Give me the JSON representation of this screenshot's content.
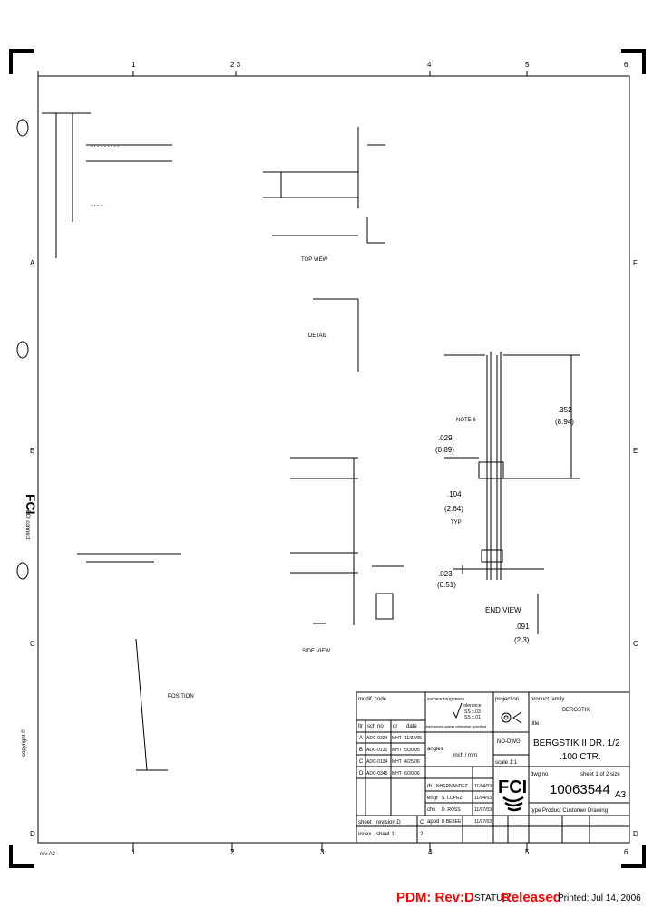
{
  "frame": {
    "top_zones": [
      "1",
      "2 3",
      "4",
      "5",
      "6"
    ],
    "bottom_zones": [
      "1",
      "2",
      "3",
      "4",
      "5",
      "6"
    ],
    "left_zones": [
      "A",
      "B",
      "C",
      "D"
    ],
    "right_zones": [
      "F",
      "E",
      "C",
      "D"
    ],
    "revision_mark": "rev A3"
  },
  "side": {
    "logo": "FCI",
    "logo_sub": "FCI connect",
    "copyright": "copyright ©"
  },
  "views": {
    "top_view_label": "TOP VIEW",
    "side_view_label": "SIDE VIEW",
    "end_view_label": "END VIEW",
    "detail_label": "DETAIL",
    "note": "NOTE 6",
    "position_label": "POSITION",
    "dims": [
      {
        "in": ".352",
        "mm": "(8.94)"
      },
      {
        "in": ".029",
        "mm": "(0.89)"
      },
      {
        "in": ".104",
        "mm": "(2.64)",
        "tag": "TYP"
      },
      {
        "in": ".023",
        "mm": "(0.51)"
      },
      {
        "in": ".091",
        "mm": "(2.3)"
      }
    ]
  },
  "title_block": {
    "mod_code": "modif. code",
    "rev_headers": [
      "ltr",
      "sch no",
      "dr",
      "date"
    ],
    "revisions": [
      {
        "ltr": "A",
        "sch": "ADC-0324",
        "dr": "MHT",
        "date": "11/22/05"
      },
      {
        "ltr": "B",
        "sch": "ADC-0132",
        "dr": "MHT",
        "date": "5/30/05"
      },
      {
        "ltr": "C",
        "sch": "ADC-0134",
        "dr": "MHT",
        "date": "4/25/06"
      },
      {
        "ltr": "D",
        "sch": "ADC-0345",
        "dr": "MHT",
        "date": "6/30/06"
      }
    ],
    "surface": "surface roughness",
    "tolerance": "tolerance",
    "tol_values": [
      "SS ±.03",
      "SS ±.01"
    ],
    "unless": "tolerances unless otherwise specified",
    "angles": "angles",
    "units": "inch / mm",
    "projection": "projection",
    "scale": "scale 1:1",
    "no_dwg": "NO-DWG",
    "dr_row": {
      "label": "dr",
      "name": "NHERNANDEZ",
      "date": "11/04/03"
    },
    "engr_row": {
      "label": "engr",
      "name": "S. LOPEZ",
      "date": "11/04/03"
    },
    "chk_row": {
      "label": "chk",
      "name": "D. ROSS",
      "date": "11/07/03"
    },
    "appd_row": {
      "label": "appd",
      "name": "B.BEBEE",
      "date": "11/07/03"
    },
    "product_family": "product family",
    "family": "BERGSTIK",
    "title_label": "title",
    "title_line1": "BERGSTIK II DR. 1/2",
    "title_line2": ".100 CTR.",
    "dwg_no_label": "dwg no",
    "sheet": "sheet 1 of 2 size",
    "dwg_no": "10063544",
    "size": "A3",
    "type": "type Product Customer Drawing",
    "sheet_rev": {
      "c1": "sheet",
      "c2": "revision D",
      "c3": "C"
    },
    "index_row": {
      "c1": "index",
      "c2": "sheet 1",
      "c3": "2"
    }
  },
  "status_bar": {
    "pdm": "PDM: Rev:D",
    "status_label": "STATUS",
    "status": "Released",
    "printed": "Printed: Jul 14, 2006",
    "status_color": "#ff0000"
  }
}
